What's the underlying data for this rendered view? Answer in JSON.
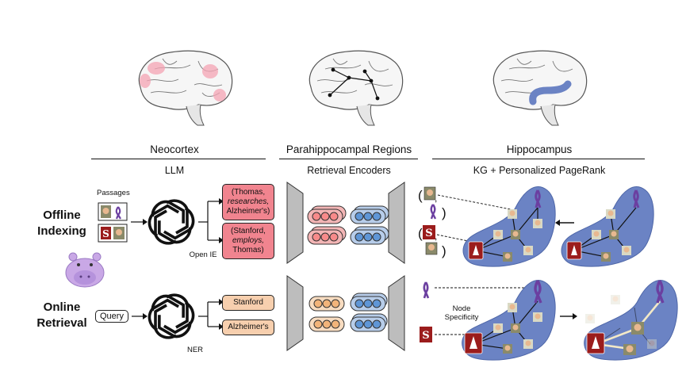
{
  "sections": {
    "neocortex": {
      "title": "Neocortex",
      "subtitle": "LLM"
    },
    "parahippocampal": {
      "title": "Parahippocampal Regions",
      "subtitle": "Retrieval Encoders"
    },
    "hippocampus": {
      "title": "Hippocampus",
      "subtitle": "KG + Personalized PageRank"
    }
  },
  "rows": {
    "offline": {
      "line1": "Offline",
      "line2": "Indexing"
    },
    "online": {
      "line1": "Online",
      "line2": "Retrieval"
    }
  },
  "offline": {
    "passages_label": "Passages",
    "process_label": "Open IE",
    "triple1": {
      "line1": "(Thomas,",
      "line2": "researches,",
      "line3": "Alzheimer's)"
    },
    "triple2": {
      "line1": "(Stanford,",
      "line2": "employs,",
      "line3": "Thomas)"
    }
  },
  "online": {
    "query_label": "Query",
    "process_label": "NER",
    "entity1": "Stanford",
    "entity2": "Alzheimer's",
    "node_specificity": {
      "line1": "Node",
      "line2": "Specificity"
    }
  },
  "colors": {
    "red_box": "#f1848f",
    "peach_box": "#f7cfae",
    "kg_blue": "#6b83c4",
    "ribbon_purple": "#6b3fa0",
    "stanford_red": "#9b1c1c",
    "brain_highlight": "#f4a3b3"
  },
  "icons": [
    "brain-icon",
    "openai-logo-icon",
    "hippo-mascot-icon",
    "ribbon-icon",
    "stanford-logo-icon",
    "person-icon",
    "arrow-right-icon",
    "arrow-left-icon"
  ]
}
